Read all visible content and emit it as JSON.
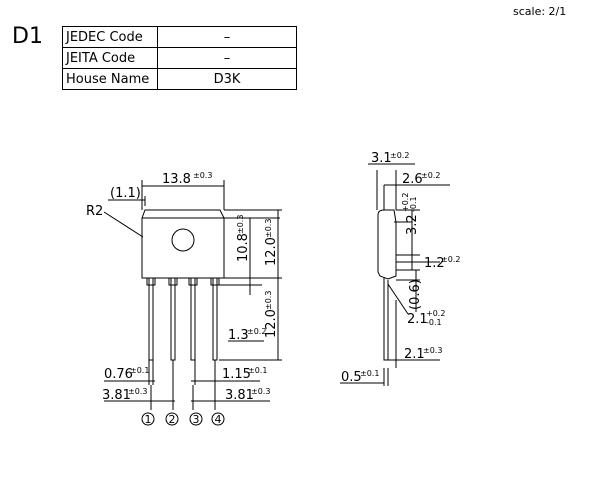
{
  "scale": "scale: 2/1",
  "package_id": "D1",
  "table": [
    {
      "key": "JEDEC Code",
      "value": "–"
    },
    {
      "key": "JEITA Code",
      "value": "–"
    },
    {
      "key": "House Name",
      "value": "D3K"
    }
  ],
  "front_view": {
    "width": "13.8",
    "width_tol": "±0.3",
    "corner_offset": "(1.1)",
    "radius": "R2",
    "hole_center": "10.8",
    "hole_center_tol": "±0.3",
    "body_height": "12.0",
    "body_height_tol": "±0.3",
    "lead_length": "12.0",
    "lead_length_tol": "±0.3",
    "lead_bend": "1.3",
    "lead_bend_tol": "±0.2",
    "lead_width": "0.76",
    "lead_width_tol": "±0.1",
    "lead_width_wide": "1.15",
    "lead_width_wide_tol": "±0.1",
    "pitch_left": "3.81",
    "pitch_left_tol": "±0.3",
    "pitch_right": "3.81",
    "pitch_right_tol": "±0.3",
    "pins": [
      "1",
      "2",
      "3",
      "4"
    ]
  },
  "side_view": {
    "thickness": "3.1",
    "thickness_tol": "±0.2",
    "lead_offset": "2.6",
    "lead_offset_tol": "±0.2",
    "upper": "3.2",
    "upper_tol_plus": "+0.2",
    "upper_tol_minus": "-0.1",
    "step": "1.2",
    "step_tol": "±0.2",
    "bend": "(0.6)",
    "lead_pos": "2.1",
    "lead_pos_tol_plus": "+0.2",
    "lead_pos_tol_minus": "-0.1",
    "lead_pos2": "2.1",
    "lead_pos2_tol": "±0.3",
    "lead_thick": "0.5",
    "lead_thick_tol": "±0.1"
  }
}
